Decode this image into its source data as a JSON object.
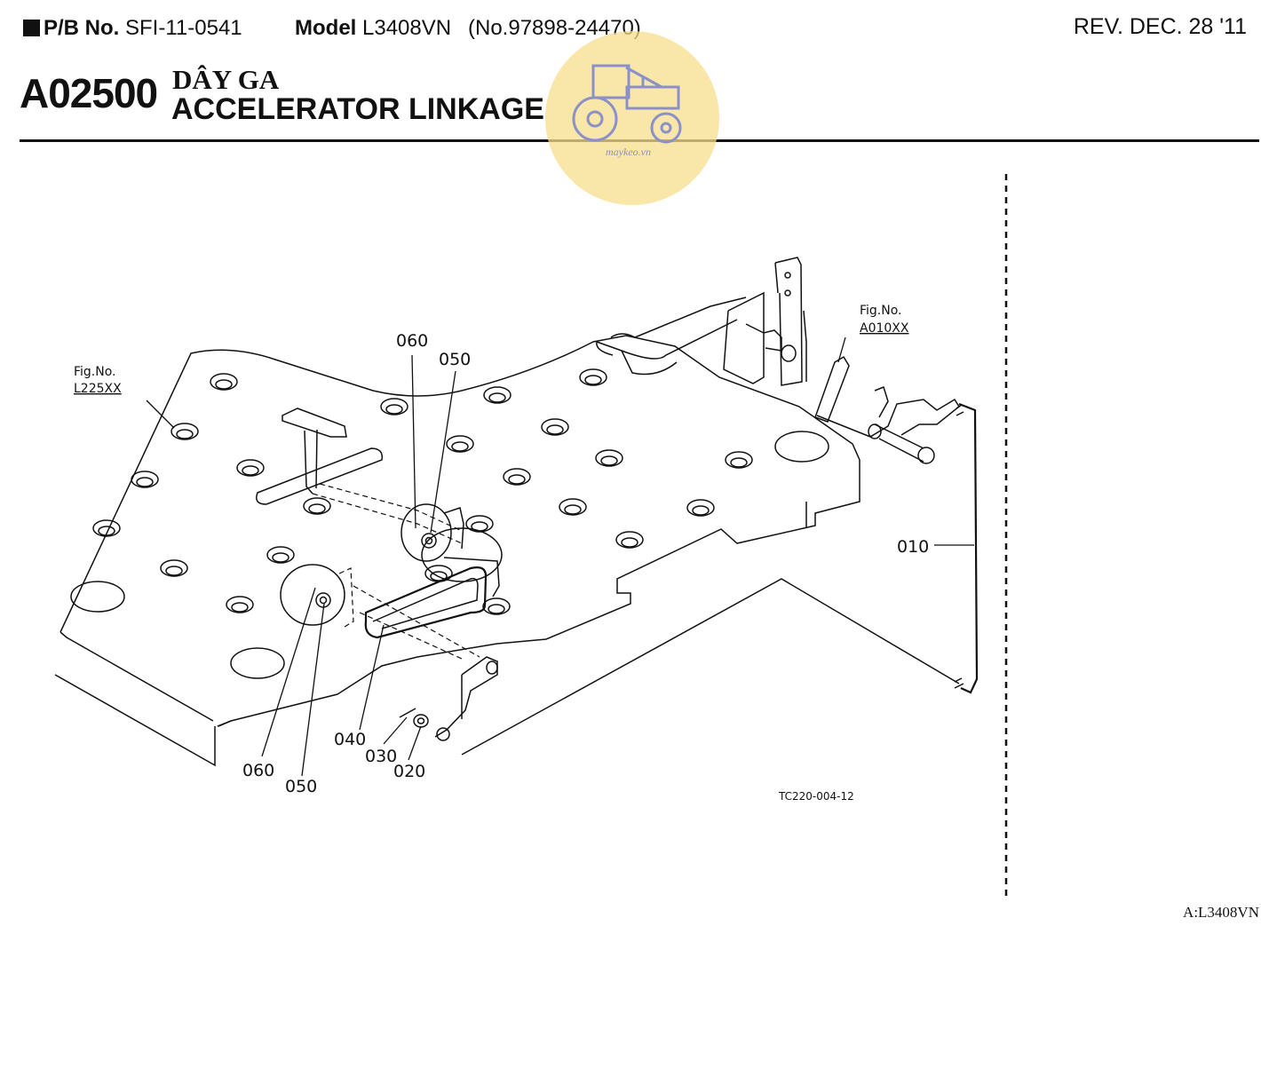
{
  "header": {
    "pb_label": "P/B No.",
    "pb_value": "SFI-11-0541",
    "model_label": "Model",
    "model_value": "L3408VN",
    "model_number": "(No.97898-24470)",
    "revision": "REV. DEC. 28 '11"
  },
  "section": {
    "code": "A02500",
    "title_vn": "DÂY GA",
    "title_en": "ACCELERATOR LINKAGE"
  },
  "watermark": {
    "text": "maykeo.vn",
    "color": "#f7dd8c",
    "icon": "tractor-icon"
  },
  "references": [
    {
      "fig_label": "Fig.No.",
      "fig_value": "L225XX"
    },
    {
      "fig_label": "Fig.No.",
      "fig_value": "A010XX"
    }
  ],
  "callouts": [
    "060",
    "050",
    "010",
    "040",
    "030",
    "020",
    "060",
    "050"
  ],
  "drawing_code": "TC220-004-12",
  "footer": "A:L3408VN"
}
